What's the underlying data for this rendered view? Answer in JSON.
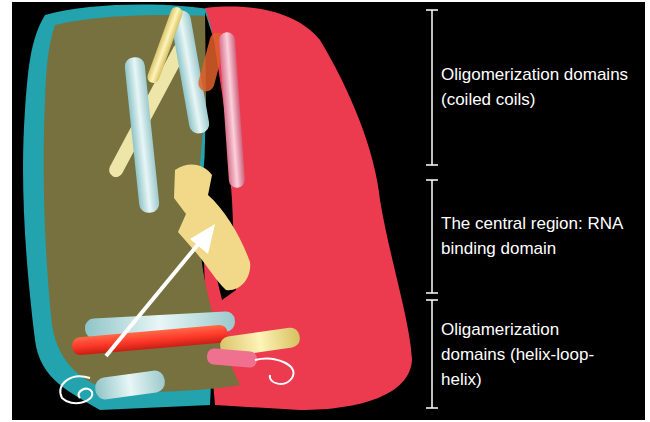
{
  "diagram": {
    "labels": [
      "Oligomerization domains (coiled coils)",
      "The central region: RNA binding domain",
      "Oligamerization domains (helix-loop-helix)"
    ]
  }
}
